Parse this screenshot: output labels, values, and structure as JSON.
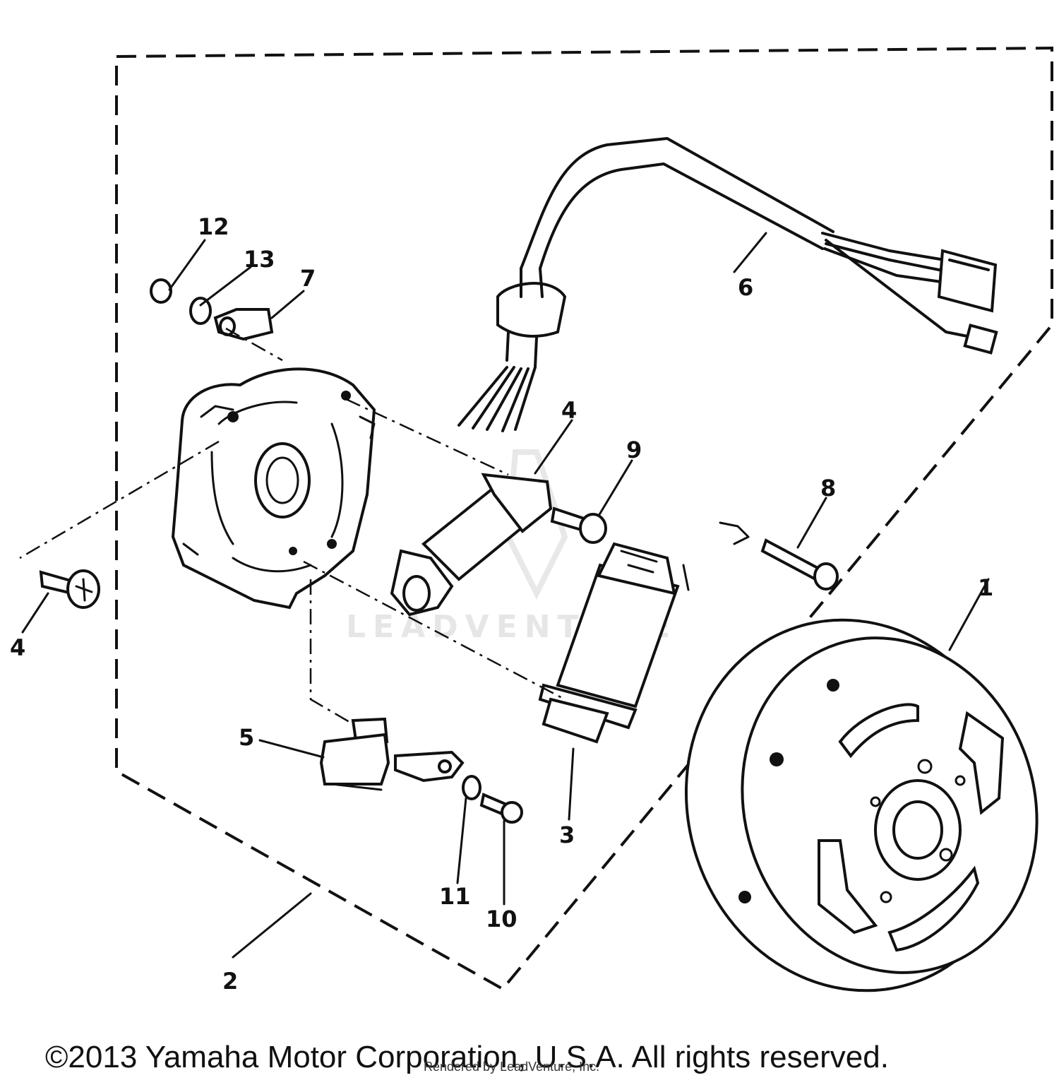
{
  "watermark": {
    "text": "LEADVENTURE"
  },
  "callouts": {
    "c1": "1",
    "c2": "2",
    "c3": "3",
    "c4a": "4",
    "c4b": "4",
    "c5": "5",
    "c6": "6",
    "c7": "7",
    "c8": "8",
    "c9": "9",
    "c10": "10",
    "c11": "11",
    "c12": "12",
    "c13": "13"
  },
  "footer": {
    "copyright": "©2013 Yamaha Motor Corporation, U.S.A. All rights reserved.",
    "rendered_by": "Rendered by LeadVenture, Inc."
  }
}
